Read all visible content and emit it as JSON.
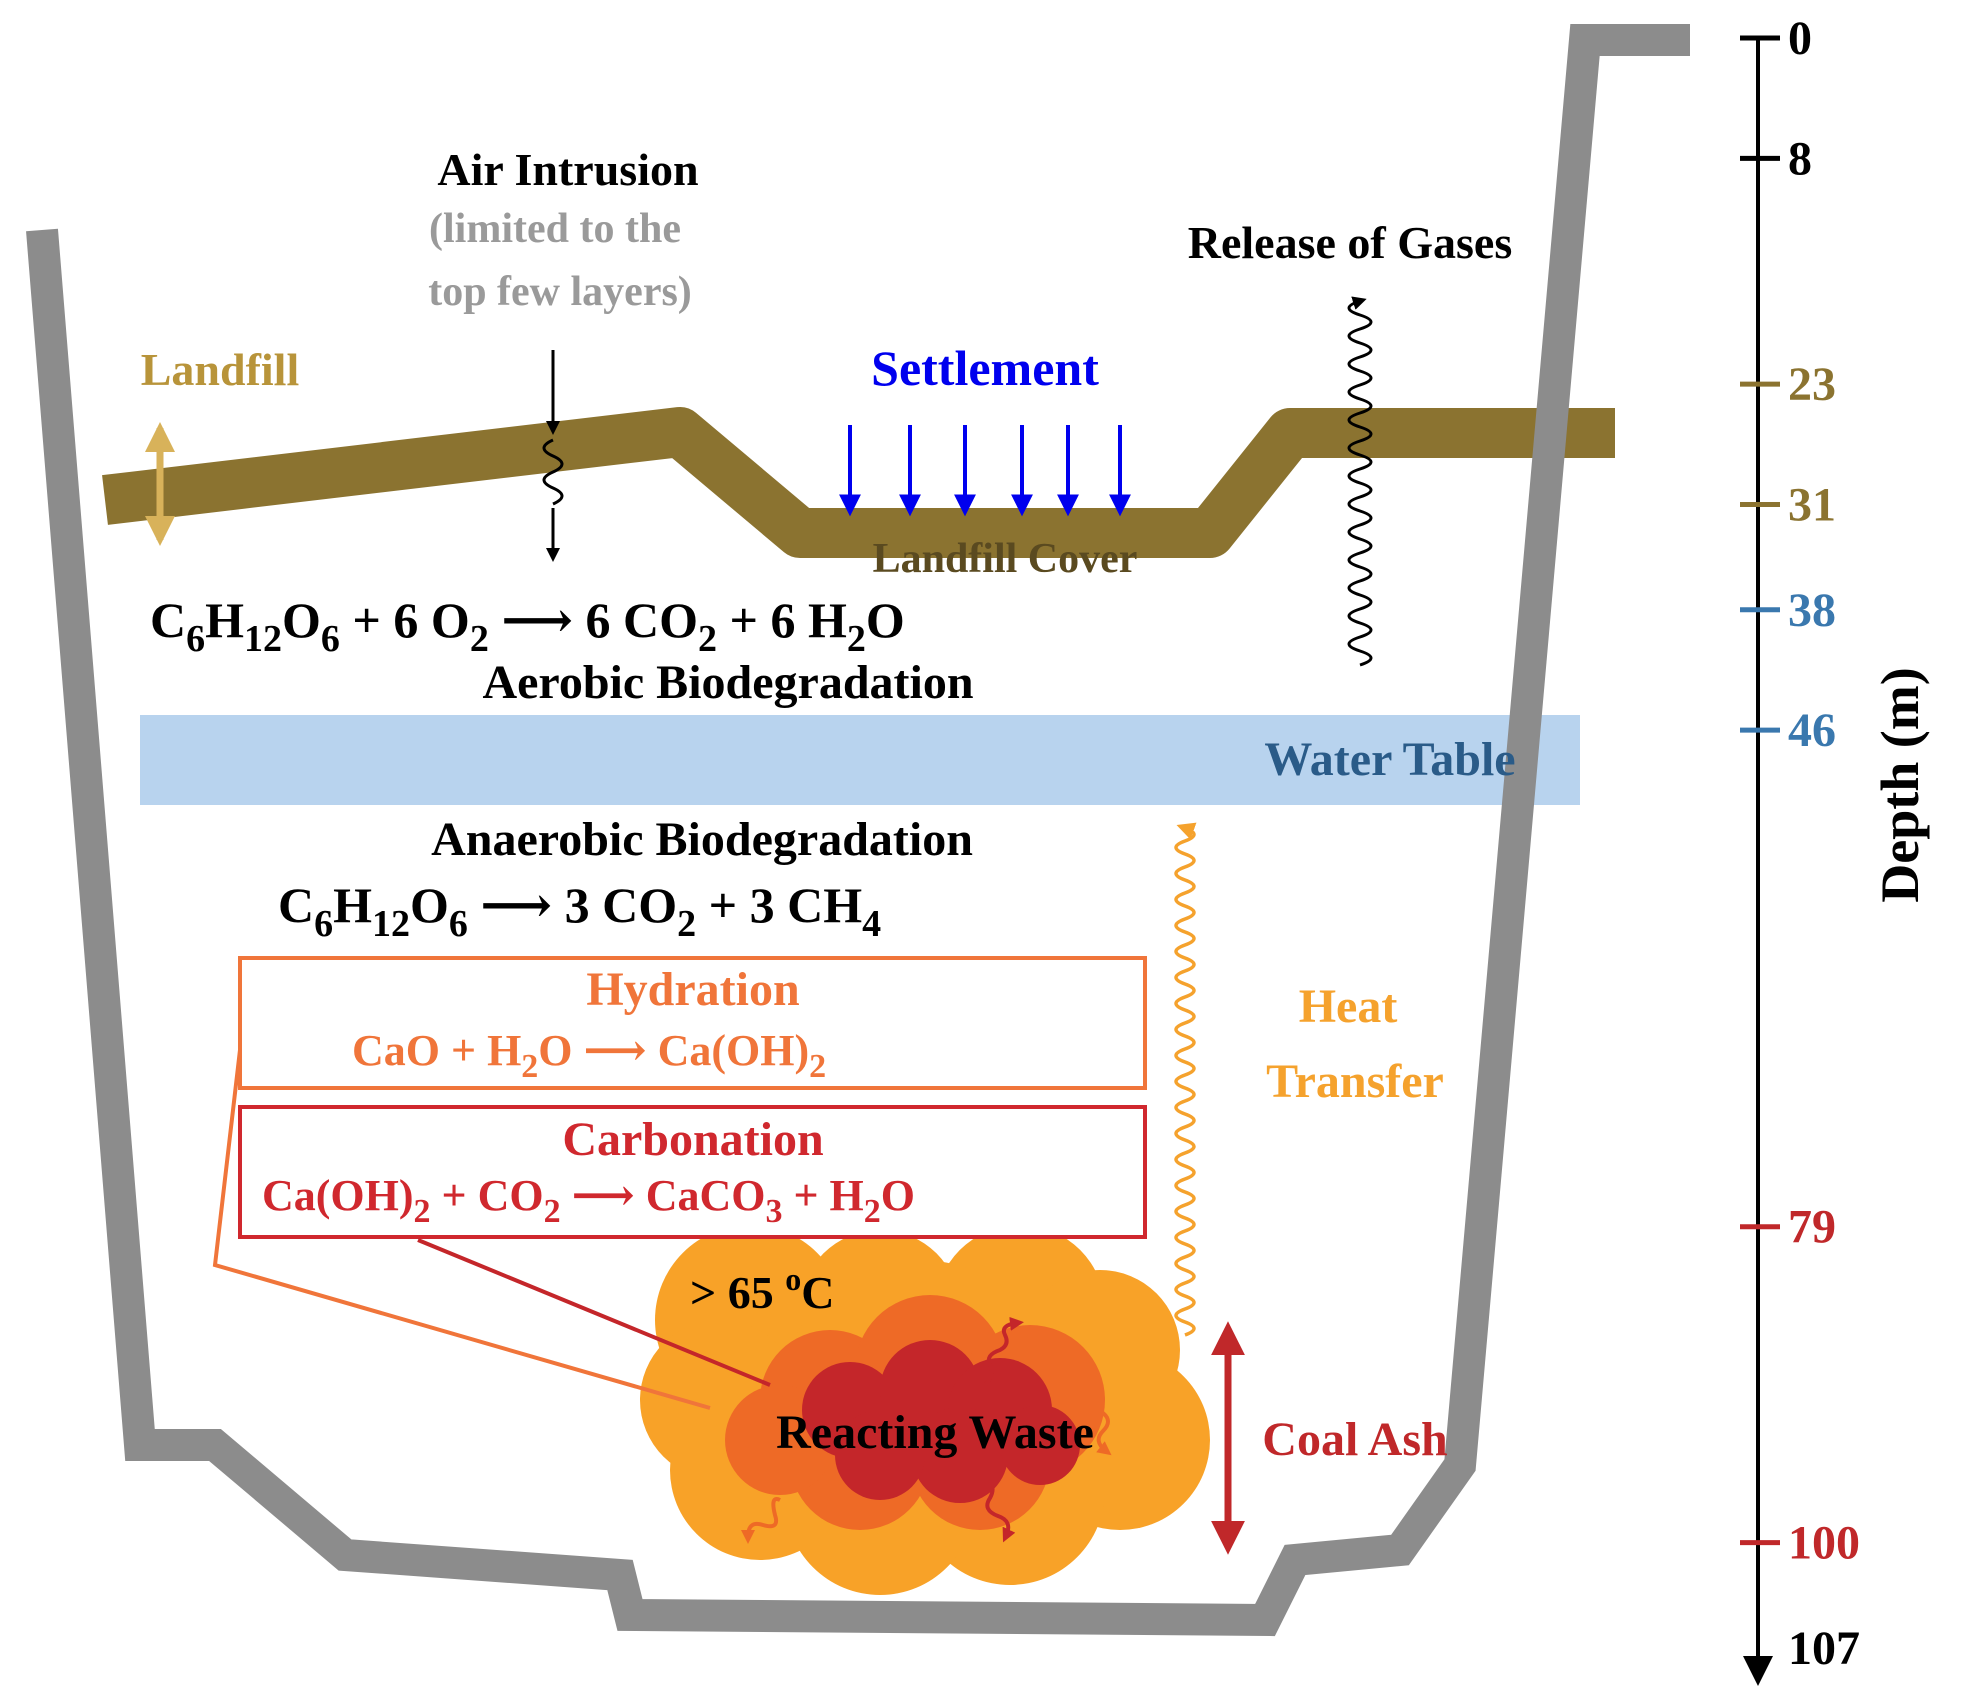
{
  "labels": {
    "air_intrusion": "Air Intrusion",
    "air_note_line1": "(limited to the",
    "air_note_line2": "top few layers)",
    "release_of_gases": "Release of Gases",
    "landfill": "Landfill",
    "settlement": "Settlement",
    "landfill_cover": "Landfill Cover",
    "aerobic_biodegradation": "Aerobic Biodegradation",
    "water_table": "Water Table",
    "anaerobic_biodegradation": "Anaerobic Biodegradation",
    "hydration": "Hydration",
    "carbonation": "Carbonation",
    "heat_line1": "Heat",
    "heat_line2": "Transfer",
    "temperature": "> 65 °C",
    "reacting_waste": "Reacting Waste",
    "coal_ash": "Coal Ash",
    "depth_axis_title": "Depth (m)"
  },
  "equations": {
    "aerobic": "C6H12O6 + 6 O2 ⟶ 6 CO2 + 6 H2O",
    "anaerobic": "C6H12O6 ⟶ 3 CO2 + 3 CH4",
    "hydration": "CaO + H2O ⟶ Ca(OH)2",
    "carbonation": "Ca(OH)2 + CO2 ⟶ CaCO3 + H2O"
  },
  "depth_scale": {
    "min": 0,
    "max": 107,
    "ticks": [
      {
        "value": 0,
        "label": "0",
        "color": "#000000"
      },
      {
        "value": 8,
        "label": "8",
        "color": "#000000"
      },
      {
        "value": 23,
        "label": "23",
        "color": "#8B7330"
      },
      {
        "value": 31,
        "label": "31",
        "color": "#8B7330"
      },
      {
        "value": 38,
        "label": "38",
        "color": "#3A78AE"
      },
      {
        "value": 46,
        "label": "46",
        "color": "#3A78AE"
      },
      {
        "value": 79,
        "label": "79",
        "color": "#C0282A"
      },
      {
        "value": 100,
        "label": "100",
        "color": "#C0282A"
      },
      {
        "value": 107,
        "label": "107",
        "color": "#000000"
      }
    ]
  },
  "colors": {
    "wall": "#8C8C8C",
    "landfill_cover": "#8B7330",
    "landfill_arrow": "#D8B25A",
    "settlement": "#0000EE",
    "water_table": "#B8D3EE",
    "water_text": "#2A5B88",
    "hydration": "#F0753A",
    "carbonation": "#D0282E",
    "heat": "#F5A22D",
    "hot_zone_outer": "#F8A228",
    "hot_zone_mid": "#EE6A26",
    "hot_zone_core": "#C4262A",
    "coal_ash": "#C0282A"
  }
}
